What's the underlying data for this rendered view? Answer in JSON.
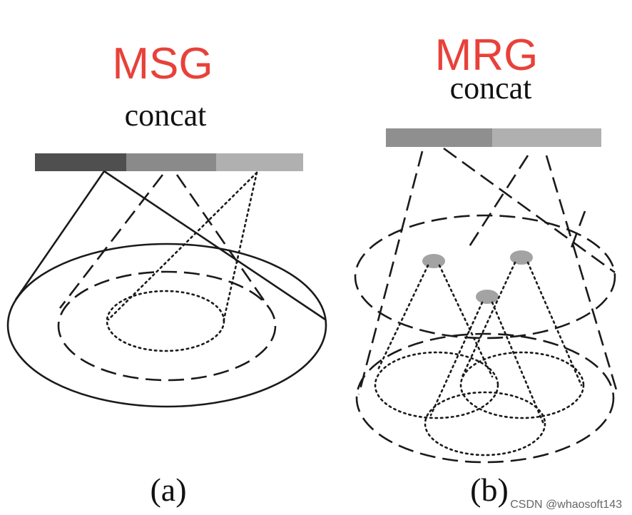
{
  "panel_a": {
    "title": "MSG",
    "concat_label": "concat",
    "caption": "(a)",
    "bar_segment_colors": [
      "#4f4f4f",
      "#8a8a8a",
      "#b0b0b0"
    ]
  },
  "panel_b": {
    "title": "MRG",
    "concat_label": "concat",
    "caption": "(b)",
    "bar_segment_colors": [
      "#8f8f8f",
      "#b0b0b0"
    ],
    "point_color": "#a3a3a3"
  },
  "watermark": "CSDN @whaosoft143",
  "colors": {
    "title_red": "#e8413a",
    "line": "#1a1a1a"
  }
}
